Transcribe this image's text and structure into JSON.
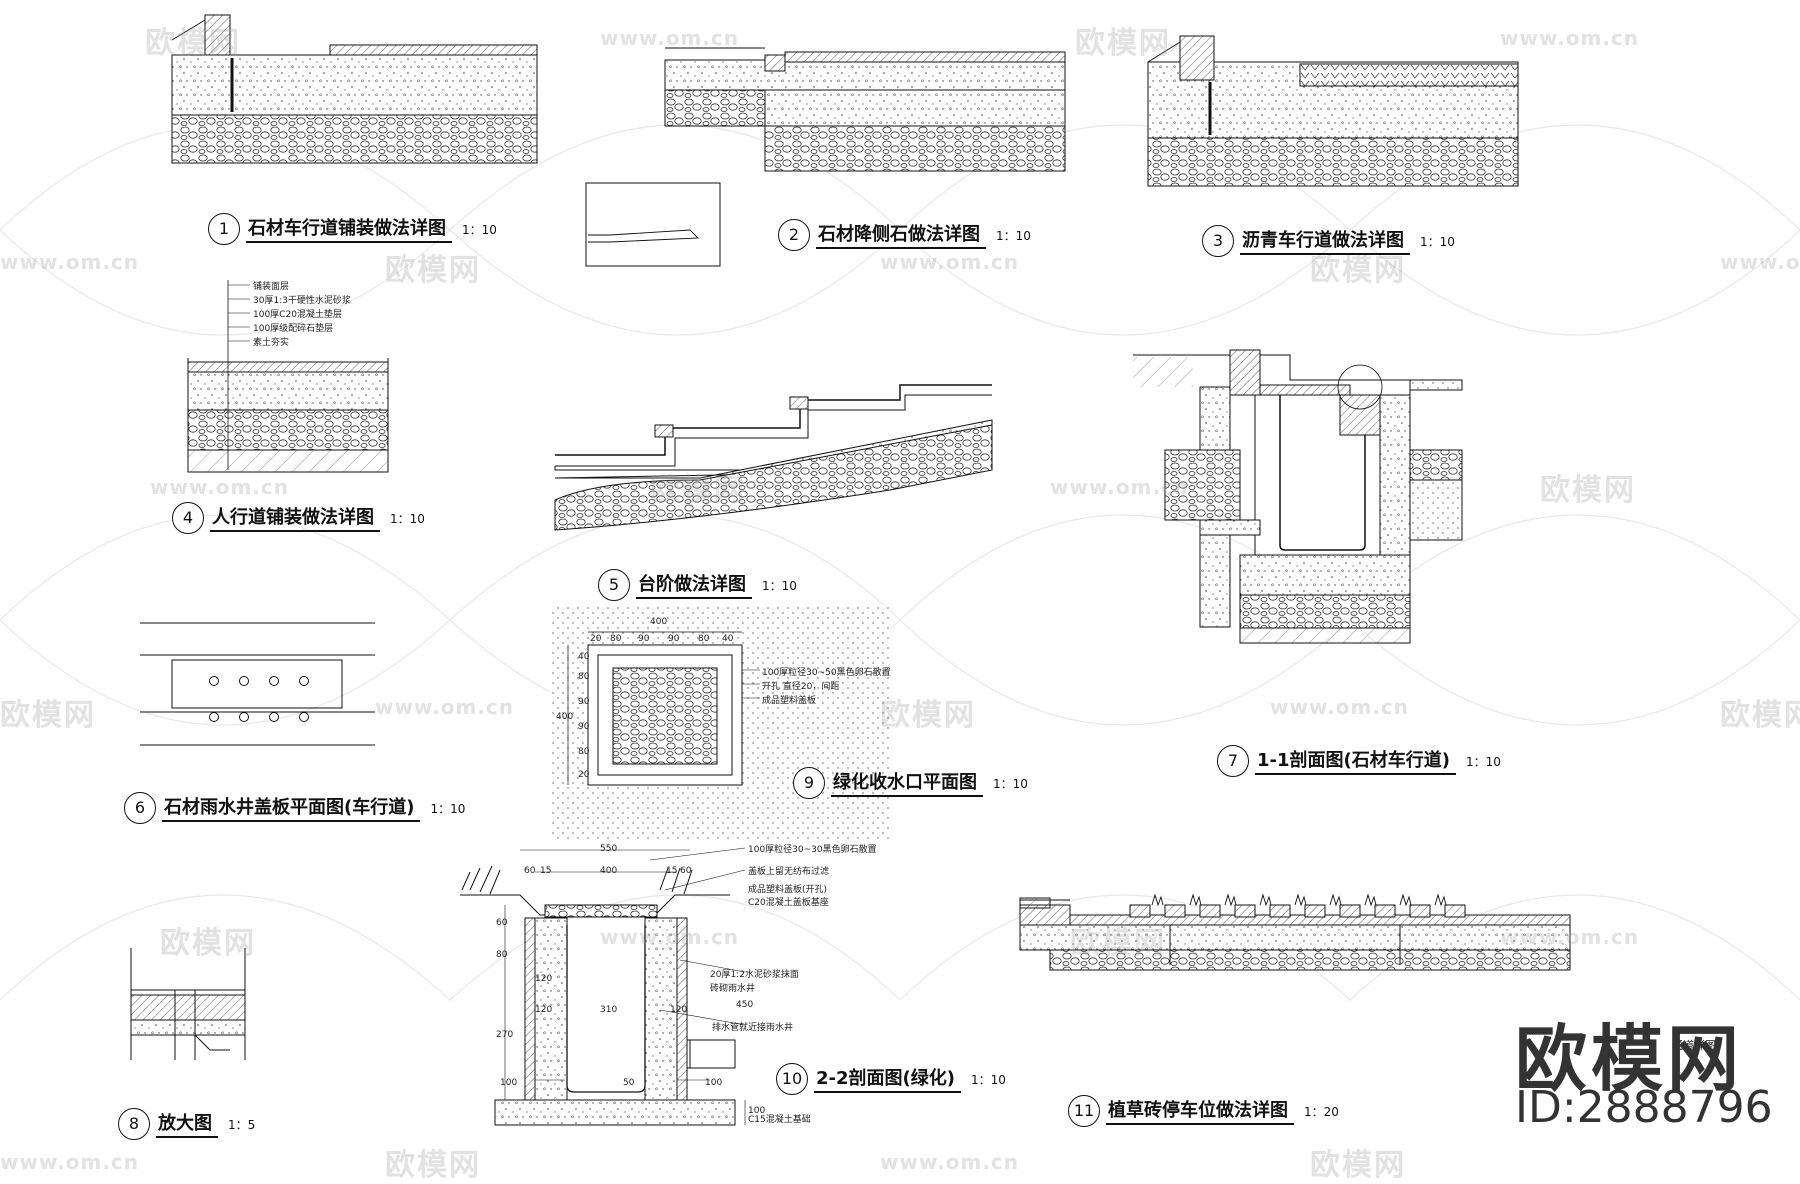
{
  "drawings": [
    {
      "id": "d1",
      "num": "1",
      "title": "石材车行道铺装做法详图",
      "scale": "1：10"
    },
    {
      "id": "d2",
      "num": "2",
      "title": "石材降侧石做法详图",
      "scale": "1：10"
    },
    {
      "id": "d3",
      "num": "3",
      "title": "沥青车行道做法详图",
      "scale": "1：10"
    },
    {
      "id": "d4",
      "num": "4",
      "title": "人行道铺装做法详图",
      "scale": "1：10"
    },
    {
      "id": "d5",
      "num": "5",
      "title": "台阶做法详图",
      "scale": "1：10"
    },
    {
      "id": "d6",
      "num": "6",
      "title": "石材雨水井盖板平面图(车行道)",
      "scale": "1：10"
    },
    {
      "id": "d7",
      "num": "7",
      "title": "1-1剖面图(石材车行道)",
      "scale": "1：10"
    },
    {
      "id": "d8",
      "num": "8",
      "title": "放大图",
      "scale": "1：5"
    },
    {
      "id": "d9",
      "num": "9",
      "title": "绿化收水口平面图",
      "scale": "1：10"
    },
    {
      "id": "d10",
      "num": "10",
      "title": "2-2剖面图(绿化)",
      "scale": "1：10"
    },
    {
      "id": "d11",
      "num": "11",
      "title": "植草砖停车位做法详图",
      "scale": "1：20"
    }
  ],
  "layer_notes_d4": [
    "铺装面层",
    "30厚1:3干硬性水泥砂浆",
    "100厚C20混凝土垫层",
    "100厚级配碎石垫层",
    "素土夯实"
  ],
  "notes_d9": [
    "100厚粒径30~50黑色卵石散置",
    "开孔 直径20，间距",
    "成品塑料盖板"
  ],
  "dims_d9": {
    "top_total": "400",
    "top_parts": [
      "20",
      "80",
      "90",
      "90",
      "80",
      "40"
    ],
    "left_total": "400",
    "left_parts": [
      "40",
      "80",
      "90",
      "90",
      "80",
      "20"
    ]
  },
  "notes_d10": [
    "100厚粒径30~30黑色卵石散置",
    "盖板上留无纺布过滤",
    "成品塑料盖板(开孔)",
    "C20混凝土盖板基座",
    "20厚1:2水泥砂浆抹面",
    "砖砌雨水井",
    "排水管就近接雨水井",
    "C15混凝土基础"
  ],
  "dims_d10": {
    "top_total": "550",
    "top_parts": [
      "60",
      "15",
      "400",
      "15",
      "60"
    ],
    "w_inner": "310",
    "w_wall_l": "120",
    "w_wall_r": "120",
    "w_wall_top": "120",
    "h_1": "60",
    "h_2": "80",
    "h_3": "270",
    "h_4": "450",
    "base_l": "100",
    "base_r": "100",
    "bottom": "50",
    "base_h": "100"
  },
  "note_d11": "通道详图",
  "watermarks": {
    "cn": "欧模网",
    "url": "www.om.cn"
  },
  "brand": {
    "name": "欧模网",
    "id": "ID:2888796"
  }
}
